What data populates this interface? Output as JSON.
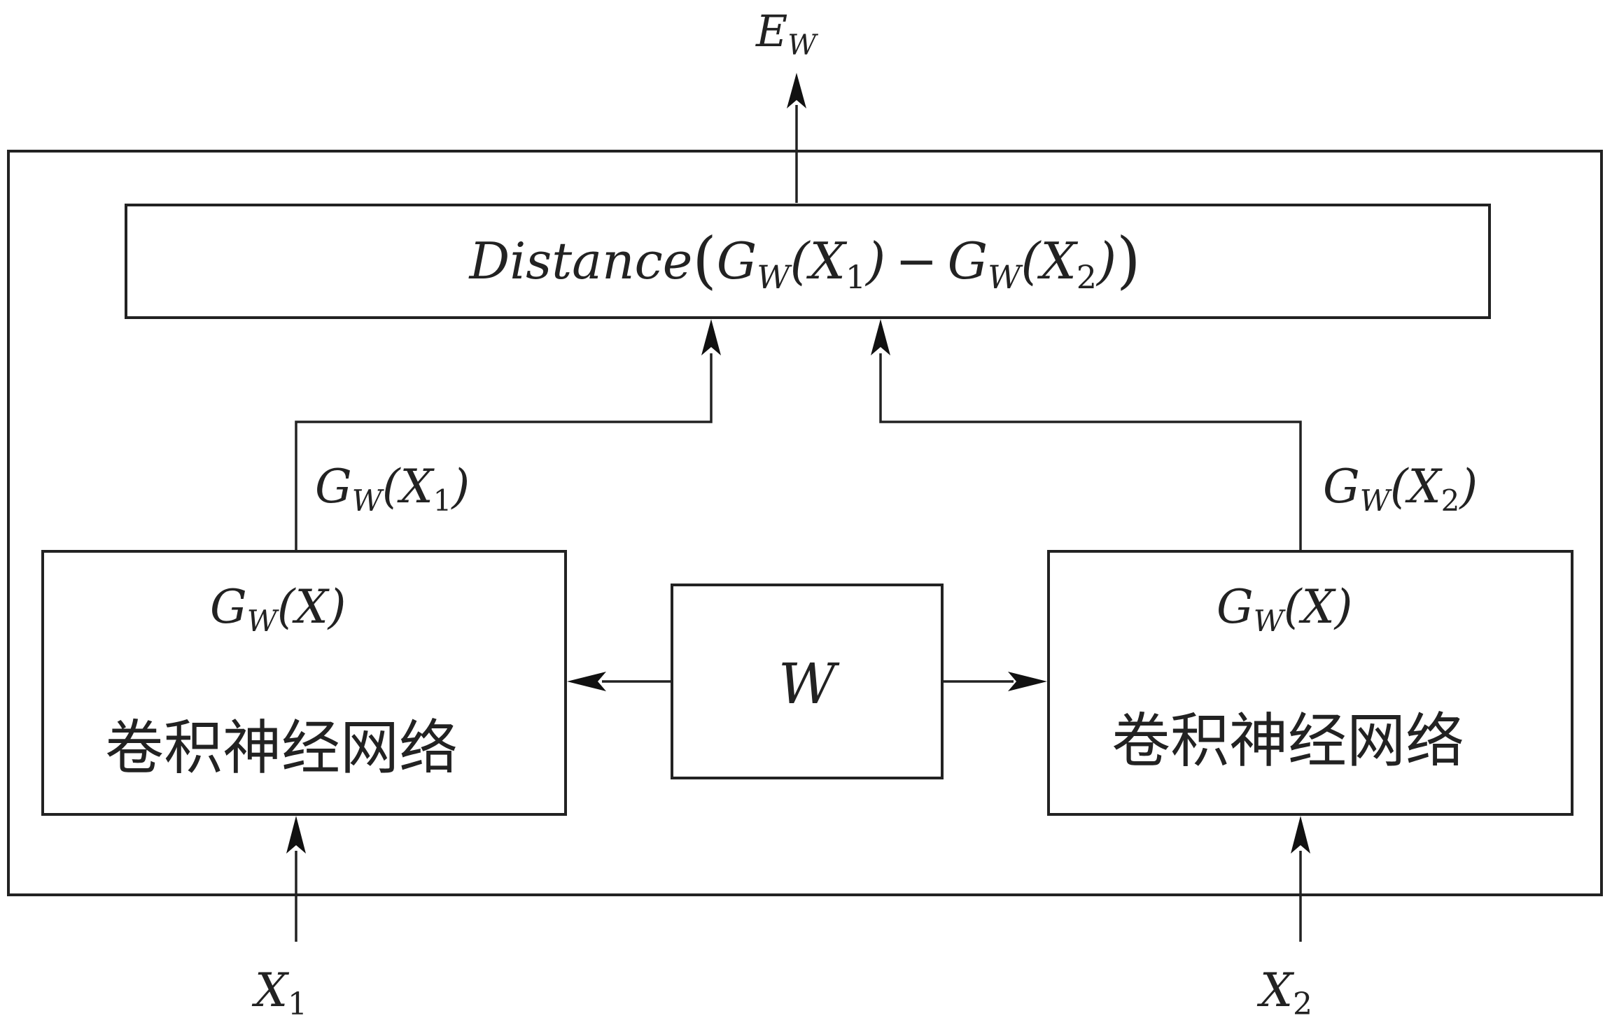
{
  "output": {
    "main": "E",
    "sub": "W"
  },
  "distance": {
    "fn": "Distance",
    "open": "(",
    "close": ")",
    "g1": "G",
    "g1_sub": "W",
    "g1_arg_open": "(X",
    "g1_arg_sub": "1",
    "g1_arg_close": ")",
    "minus": "−",
    "g2": "G",
    "g2_sub": "W",
    "g2_arg_open": "(X",
    "g2_arg_sub": "2",
    "g2_arg_close": ")"
  },
  "edge_left": {
    "g": "G",
    "sub": "W",
    "arg_open": "(X",
    "arg_sub": "1",
    "arg_close": ")"
  },
  "edge_right": {
    "g": "G",
    "sub": "W",
    "arg_open": "(X",
    "arg_sub": "2",
    "arg_close": ")"
  },
  "left_network": {
    "fn": {
      "g": "G",
      "sub": "W",
      "arg": "(X)"
    },
    "label": "卷积神经网络"
  },
  "right_network": {
    "fn": {
      "g": "G",
      "sub": "W",
      "arg": "(X)"
    },
    "label": "卷积神经网络"
  },
  "weights": {
    "label": "W"
  },
  "input_left": {
    "main": "X",
    "sub": "1"
  },
  "input_right": {
    "main": "X",
    "sub": "2"
  }
}
